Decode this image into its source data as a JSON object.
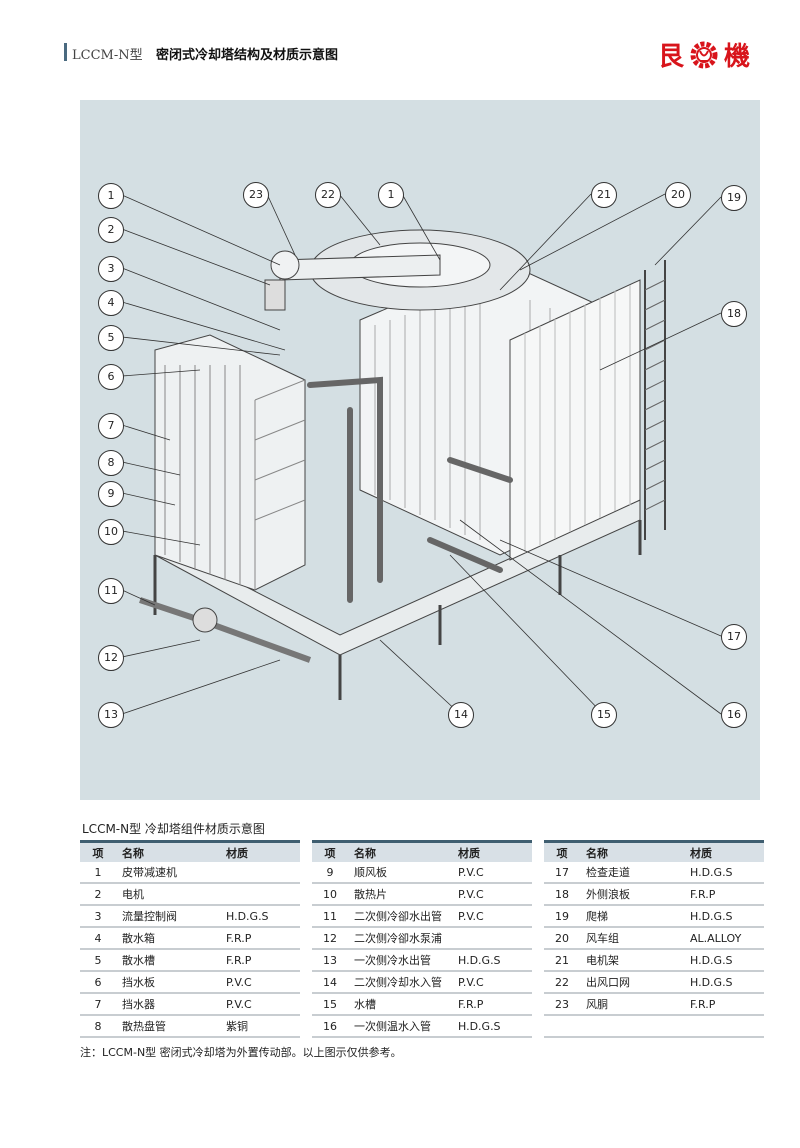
{
  "header": {
    "model": "LCCM-N型",
    "title": "密闭式冷却塔结构及材质示意图",
    "logo_left": "艮",
    "logo_right": "機"
  },
  "diagram": {
    "callouts": [
      "1",
      "2",
      "3",
      "4",
      "5",
      "6",
      "7",
      "8",
      "9",
      "10",
      "11",
      "12",
      "13",
      "23",
      "22",
      "1",
      "21",
      "20",
      "19",
      "18",
      "17",
      "15",
      "16",
      "14"
    ]
  },
  "table": {
    "title": "LCCM-N型 冷却塔组件材质示意图",
    "headers": [
      "项",
      "名称",
      "材质"
    ],
    "columns": [
      [
        [
          "1",
          "皮带减速机",
          ""
        ],
        [
          "2",
          "电机",
          ""
        ],
        [
          "3",
          "流量控制阀",
          "H.D.G.S"
        ],
        [
          "4",
          "散水箱",
          "F.R.P"
        ],
        [
          "5",
          "散水槽",
          "F.R.P"
        ],
        [
          "6",
          "挡水板",
          "P.V.C"
        ],
        [
          "7",
          "挡水器",
          "P.V.C"
        ],
        [
          "8",
          "散热盘管",
          "紫铜"
        ]
      ],
      [
        [
          "9",
          "顺风板",
          "P.V.C"
        ],
        [
          "10",
          "散热片",
          "P.V.C"
        ],
        [
          "11",
          "二次侧冷卻水出管",
          "P.V.C"
        ],
        [
          "12",
          "二次侧冷卻水泵浦",
          ""
        ],
        [
          "13",
          "一次侧冷水出管",
          "H.D.G.S"
        ],
        [
          "14",
          "二次侧冷却水入管",
          "P.V.C"
        ],
        [
          "15",
          "水槽",
          "F.R.P"
        ],
        [
          "16",
          "一次侧温水入管",
          "H.D.G.S"
        ]
      ],
      [
        [
          "17",
          "检查走道",
          "H.D.G.S"
        ],
        [
          "18",
          "外侧浪板",
          "F.R.P"
        ],
        [
          "19",
          "爬梯",
          "H.D.G.S"
        ],
        [
          "20",
          "风车组",
          "AL.ALLOY"
        ],
        [
          "21",
          "电机架",
          "H.D.G.S"
        ],
        [
          "22",
          "出风口网",
          "H.D.G.S"
        ],
        [
          "23",
          "风胴",
          "F.R.P"
        ],
        [
          "",
          "",
          ""
        ]
      ]
    ]
  },
  "note": "注：LCCM-N型 密闭式冷却塔为外置传动部。以上图示仅供参考。"
}
